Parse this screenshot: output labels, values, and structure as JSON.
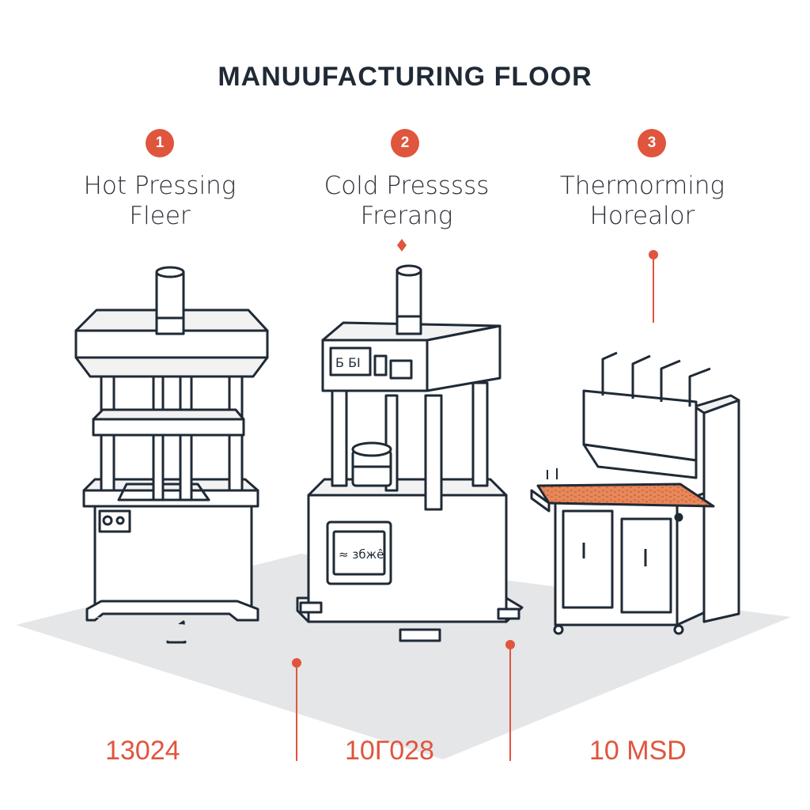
{
  "title": "MANUUFACTURING FLOOR",
  "colors": {
    "accent": "#e0553d",
    "ink": "#1f2a36",
    "floor": "#e5e6e8",
    "copper": "#e8875a"
  },
  "stations": [
    {
      "number": "1",
      "line1": "Hot Pressing",
      "line2": "Fleer",
      "icon": "hot-press-icon"
    },
    {
      "number": "2",
      "line1": "Cold Presssss",
      "line2": "Frerang",
      "icon": "cold-press-icon"
    },
    {
      "number": "3",
      "line1": "Thermorming",
      "line2": "Horealor",
      "icon": "thermoforming-station-icon"
    }
  ],
  "metrics": [
    {
      "value": "13024"
    },
    {
      "value": "10Г028"
    },
    {
      "value": "10 MSD"
    }
  ],
  "panel_text": {
    "cold_press_top": "Б БІ",
    "cold_press_base": "≈ збжê"
  }
}
